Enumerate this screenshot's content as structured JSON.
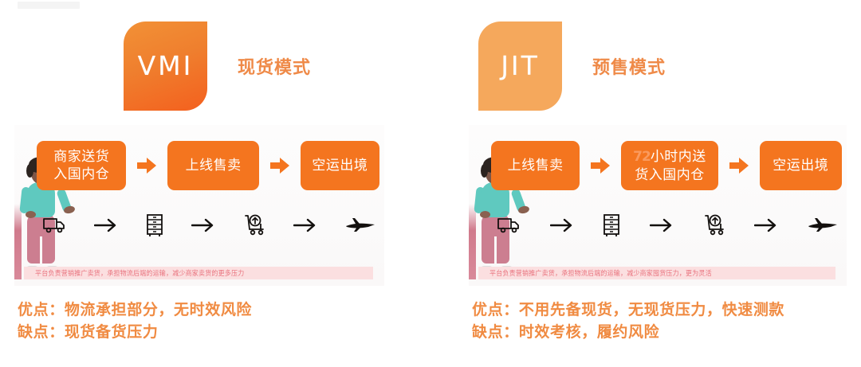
{
  "colors": {
    "orange_box": "#f4751f",
    "title_orange": "#ef8a48",
    "proscons_orange": "#f08b42",
    "badge_vmi_from": "#f29136",
    "badge_vmi_to": "#f4601e",
    "badge_jit": "#f5a85c",
    "caption_bg": "#fbdfe0",
    "caption_text": "#e9737e",
    "panel_bg": "#fbfafa"
  },
  "columns": [
    {
      "id": "vmi",
      "badge_label": "VMI",
      "mode_title": "现货模式",
      "flow_steps": [
        {
          "text": "商家送货\n入国内仓",
          "lines": [
            "商家送货",
            "入国内仓"
          ],
          "highlight": null
        },
        {
          "text": "上线售卖",
          "lines": [
            "上线售卖"
          ],
          "highlight": null
        },
        {
          "text": "空运出境",
          "lines": [
            "空运出境"
          ],
          "highlight": null
        }
      ],
      "icon_strip": [
        {
          "name": "truck-icon"
        },
        {
          "name": "arrow-right-icon"
        },
        {
          "name": "warehouse-cabinet-icon"
        },
        {
          "name": "arrow-right-icon"
        },
        {
          "name": "pallet-truck-icon"
        },
        {
          "name": "arrow-right-icon"
        },
        {
          "name": "airplane-icon"
        }
      ],
      "caption": "平台负责营销推广卖货，承担物流后端的运输，减少商家卖货的更多压力",
      "pros_label": "优点：",
      "pros": "物流承担部分，无时效风险",
      "cons_label": "缺点：",
      "cons": "现货备货压力"
    },
    {
      "id": "jit",
      "badge_label": "JIT",
      "mode_title": "预售模式",
      "flow_steps": [
        {
          "text": "上线售卖",
          "lines": [
            "上线售卖"
          ],
          "highlight": null
        },
        {
          "text": "72小时内送\n货入国内仓",
          "lines": [
            "72小时内送",
            "货入国内仓"
          ],
          "highlight": "72"
        },
        {
          "text": "空运出境",
          "lines": [
            "空运出境"
          ],
          "highlight": null
        }
      ],
      "icon_strip": [
        {
          "name": "truck-icon"
        },
        {
          "name": "arrow-right-icon"
        },
        {
          "name": "warehouse-cabinet-icon"
        },
        {
          "name": "arrow-right-icon"
        },
        {
          "name": "pallet-truck-icon"
        },
        {
          "name": "arrow-right-icon"
        },
        {
          "name": "airplane-icon"
        }
      ],
      "caption": "平台负责营销推广卖货，承担物流后端的运输，减少商家囤货压力，更为灵活",
      "pros_label": "优点：",
      "pros": "不用先备现货，无现货压力，快速测款",
      "cons_label": "缺点：",
      "cons": "时效考核，履约风险"
    }
  ]
}
